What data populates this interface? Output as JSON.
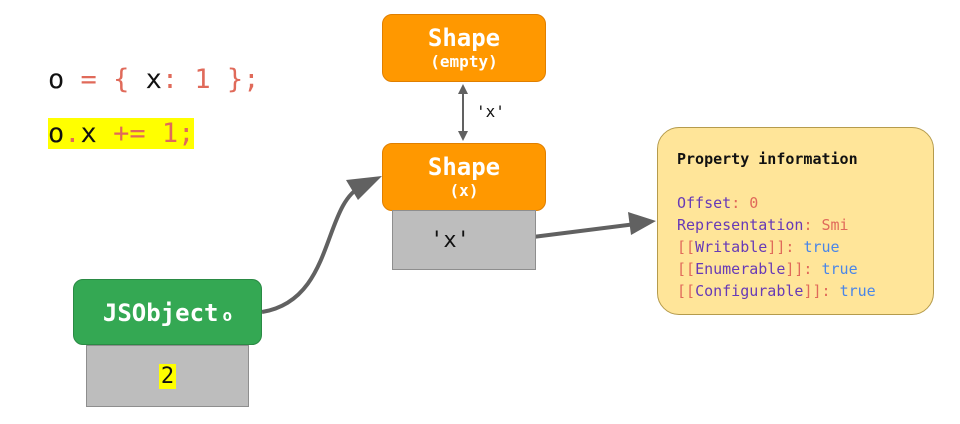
{
  "code": {
    "line1": {
      "ident": "o",
      "eq": "=",
      "open": "{",
      "key": "x",
      "colon": ":",
      "num": "1",
      "close": "}",
      "semi": ";"
    },
    "line2": {
      "obj": "o",
      "dot": ".",
      "prop": "x",
      "op": "+=",
      "num": "1",
      "semi": ";"
    }
  },
  "shape_empty": {
    "title": "Shape",
    "subtitle": "(empty)"
  },
  "transition_label": "'x'",
  "shape_x": {
    "title": "Shape",
    "subtitle": "(x)"
  },
  "shape_slot": "'x'",
  "jsobject": {
    "label": "JSObject",
    "name": "o",
    "value": "2"
  },
  "property_info": {
    "title": "Property information",
    "offset": {
      "key": "Offset",
      "sep": ": ",
      "value": "0"
    },
    "representation": {
      "key": "Representation",
      "sep": ": ",
      "value": "Smi"
    },
    "writable": {
      "open": "[[",
      "key": "Writable",
      "close": "]]: ",
      "value": "true"
    },
    "enumerable": {
      "open": "[[",
      "key": "Enumerable",
      "close": "]]: ",
      "value": "true"
    },
    "configurable": {
      "open": "[[",
      "key": "Configurable",
      "close": "]]: ",
      "value": "true"
    }
  },
  "colors": {
    "shape": "#ff9800",
    "jsobject": "#34a853",
    "slot": "#bdbdbd",
    "info_bg": "#ffe599",
    "highlight": "#ffff00"
  }
}
